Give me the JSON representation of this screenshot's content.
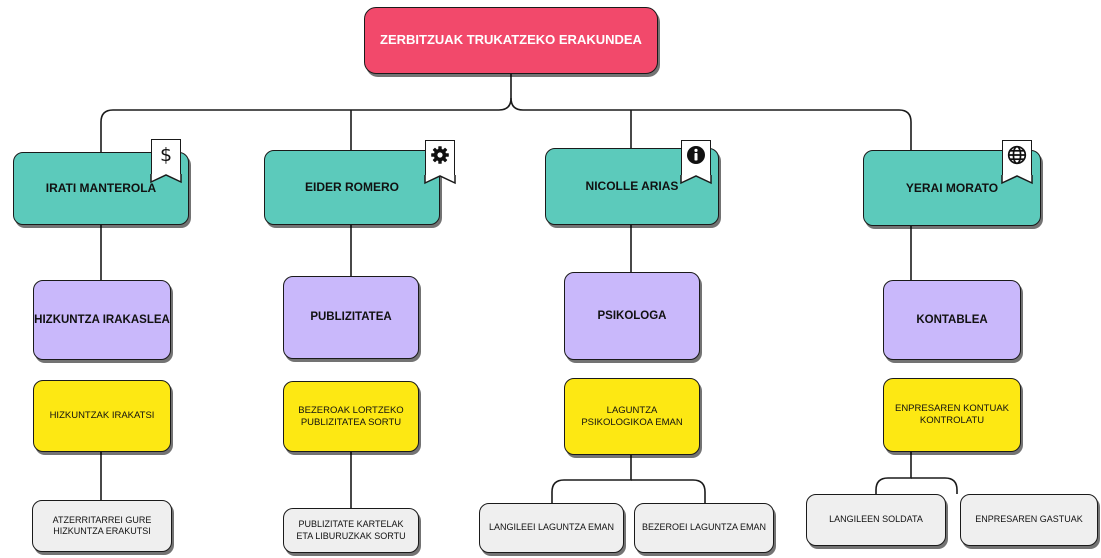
{
  "root": {
    "label": "ZERBITZUAK TRUKATZEKO ERAKUNDEA"
  },
  "branches": [
    {
      "person": "IRATI MANTEROLA",
      "icon": "dollar-icon",
      "role": "HIZKUNTZA IRAKASLEA",
      "task": "HIZKUNTZAK IRAKATSI",
      "leaves": [
        "ATZERRITARREI GURE HIZKUNTZA ERAKUTSI"
      ]
    },
    {
      "person": "EIDER ROMERO",
      "icon": "gear-icon",
      "role": "PUBLIZITATEA",
      "task": "BEZEROAK LORTZEKO PUBLIZITATEA SORTU",
      "leaves": [
        "PUBLIZITATE KARTELAK ETA LIBURUZKAK SORTU"
      ]
    },
    {
      "person": "NICOLLE ARIAS",
      "icon": "info-icon",
      "role": "PSIKOLOGA",
      "task": "LAGUNTZA PSIKOLOGIKOA EMAN",
      "leaves": [
        "LANGILEEI  LAGUNTZA EMAN",
        "BEZEROEI LAGUNTZA EMAN"
      ]
    },
    {
      "person": "YERAI MORATO",
      "icon": "globe-icon",
      "role": "KONTABLEA",
      "task": "ENPRESAREN KONTUAK KONTROLATU",
      "leaves": [
        "LANGILEEN SOLDATA",
        "ENPRESAREN GASTUAK"
      ]
    }
  ]
}
